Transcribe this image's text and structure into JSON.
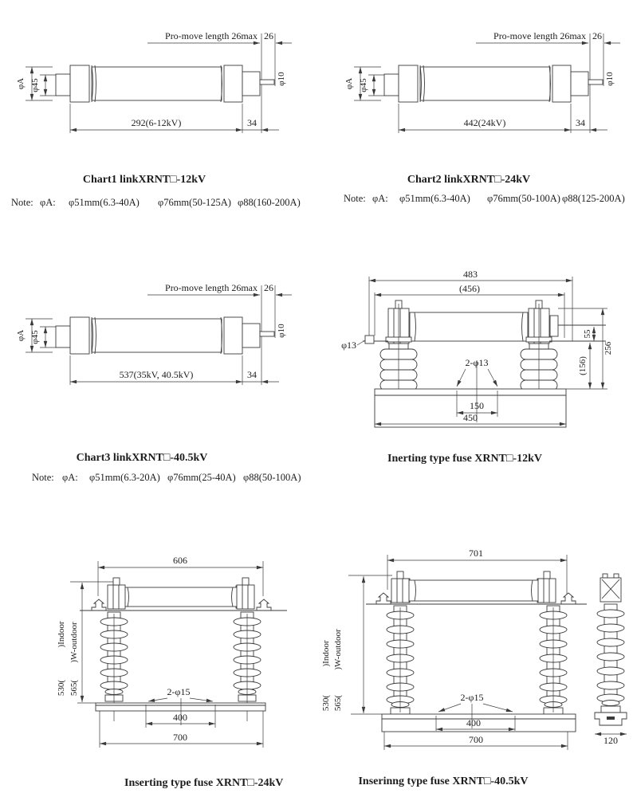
{
  "meta": {
    "ink_color": "#3a3a3a",
    "text_color": "#1c1c1c",
    "background": "#ffffff"
  },
  "fuse_links": [
    {
      "pro_move": "Pro-move length 26max",
      "travel": "26",
      "dia_body": "φA",
      "dia_cap": "φ45",
      "dia_striker": "φ10",
      "length": "292(6-12kV)",
      "tail": "34",
      "title": "Chart1 linkXRNT□-12kV",
      "note": {
        "label": "Note:",
        "sym": "φA:",
        "s1": "φ51mm(6.3-40A)",
        "s2": "φ76mm(50-125A)",
        "s3": "φ88(160-200A)"
      }
    },
    {
      "pro_move": "Pro-move length 26max",
      "travel": "26",
      "dia_body": "φA",
      "dia_cap": "φ45",
      "dia_striker": "φ10",
      "length": "442(24kV)",
      "tail": "34",
      "title": "Chart2 linkXRNT□-24kV",
      "note": {
        "label": "Note:",
        "sym": "φA:",
        "s1": "φ51mm(6.3-40A)",
        "s2": "φ76mm(50-100A)",
        "s3": "φ88(125-200A)"
      }
    },
    {
      "pro_move": "Pro-move length 26max",
      "travel": "26",
      "dia_body": "φA",
      "dia_cap": "φ45",
      "dia_striker": "φ10",
      "length": "537(35kV, 40.5kV)",
      "tail": "34",
      "title": "Chart3 linkXRNT□-40.5kV",
      "note": {
        "label": "Note:",
        "sym": "φA:",
        "s1": "φ51mm(6.3-20A)",
        "s2": "φ76mm(25-40A)",
        "s3": "φ88(50-100A)"
      }
    }
  ],
  "mounted_12kv": {
    "dim_width": "483",
    "dim_width_inner": "(456)",
    "hole_side": "φ13",
    "holes": "2-φ13",
    "dim_55": "55",
    "dim_156": "(156)",
    "dim_256": "256",
    "dim_150": "150",
    "dim_450": "450",
    "title": "Inerting type fuse XRNT□-12kV"
  },
  "mounted_24kv": {
    "dim_width": "606",
    "label_indoor": ")Indoor",
    "label_outdoor": ")W-outdoor",
    "dim_indoor": "530(",
    "dim_outdoor": "565(",
    "holes": "2-φ15",
    "dim_400": "400",
    "dim_700": "700",
    "title": "Inserting type fuse XRNT□-24kV"
  },
  "mounted_405kv": {
    "dim_width": "701",
    "label_indoor": ")Indoor",
    "label_outdoor": ")W-outdoor",
    "dim_indoor": "530(",
    "dim_outdoor": "565(",
    "holes": "2-φ15",
    "dim_400": "400",
    "dim_700": "700",
    "dim_side": "120",
    "title": "Inserinng type fuse XRNT□-40.5kV"
  }
}
